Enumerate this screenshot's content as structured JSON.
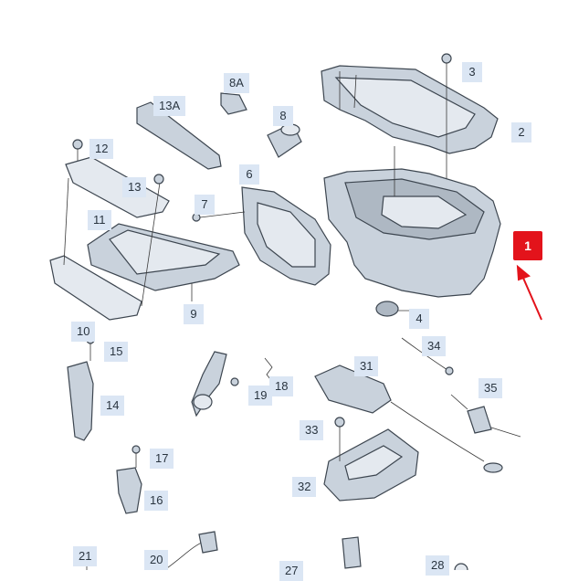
{
  "diagram": {
    "selected_callout": "1",
    "callouts": [
      {
        "id": "c-1",
        "text": "1"
      },
      {
        "id": "c-2",
        "text": "2"
      },
      {
        "id": "c-3",
        "text": "3"
      },
      {
        "id": "c-4",
        "text": "4"
      },
      {
        "id": "c-6",
        "text": "6"
      },
      {
        "id": "c-7",
        "text": "7"
      },
      {
        "id": "c-8",
        "text": "8"
      },
      {
        "id": "c-8a",
        "text": "8A"
      },
      {
        "id": "c-9",
        "text": "9"
      },
      {
        "id": "c-10",
        "text": "10"
      },
      {
        "id": "c-11",
        "text": "11"
      },
      {
        "id": "c-12",
        "text": "12"
      },
      {
        "id": "c-13",
        "text": "13"
      },
      {
        "id": "c-13a",
        "text": "13A"
      },
      {
        "id": "c-14",
        "text": "14"
      },
      {
        "id": "c-15",
        "text": "15"
      },
      {
        "id": "c-16",
        "text": "16"
      },
      {
        "id": "c-17",
        "text": "17"
      },
      {
        "id": "c-18",
        "text": "18"
      },
      {
        "id": "c-19",
        "text": "19"
      },
      {
        "id": "c-20",
        "text": "20"
      },
      {
        "id": "c-21",
        "text": "21"
      },
      {
        "id": "c-27",
        "text": "27"
      },
      {
        "id": "c-28",
        "text": "28"
      },
      {
        "id": "c-31",
        "text": "31"
      },
      {
        "id": "c-32",
        "text": "32"
      },
      {
        "id": "c-33",
        "text": "33"
      },
      {
        "id": "c-34",
        "text": "34"
      },
      {
        "id": "c-35",
        "text": "35"
      }
    ],
    "colors": {
      "callout_bg": "#dbe6f4",
      "selected_bg": "#e3131b",
      "part_fill": "#c9d2dc",
      "outline": "#3d4650"
    }
  }
}
